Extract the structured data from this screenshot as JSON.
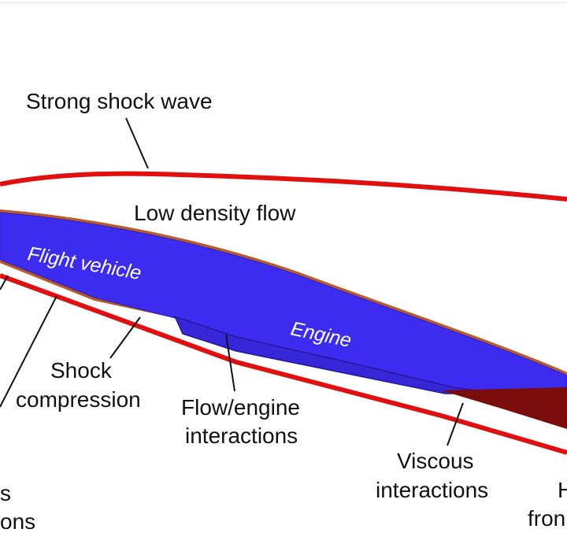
{
  "labels": {
    "strong_shock_wave": "Strong shock wave",
    "low_density_flow": "Low density flow",
    "flight_vehicle": "Flight vehicle",
    "engine": "Engine",
    "shock_compression_line1": "Shock",
    "shock_compression_line2": "compression",
    "flow_engine_line1": "Flow/engine",
    "flow_engine_line2": "interactions",
    "viscous_line1": "Viscous",
    "viscous_line2": "interactions",
    "left_partial_line1": "s",
    "left_partial_line2": "ons",
    "right_partial_line1": "H",
    "right_partial_line2": "fron"
  },
  "colors": {
    "shock": "#e01010",
    "vehicle_body": "#3c2cf0",
    "vehicle_edge": "#b85a2a",
    "exhaust": "#7a0c0c",
    "leader": "#111111",
    "text": "#111111"
  }
}
